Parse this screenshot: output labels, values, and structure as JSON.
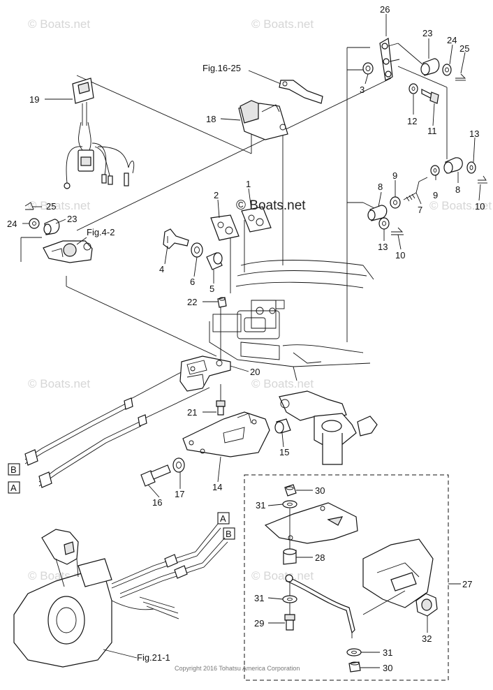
{
  "watermark": "© Boats.net",
  "watermark_center": "© Boats.net",
  "copyright": "Copyright 2016 Tohatsu America Corporation",
  "references": {
    "fig_16_25": "Fig.16-25",
    "fig_4_2": "Fig.4-2",
    "fig_21_1": "Fig.21-1"
  },
  "cable_labels": {
    "a": "A",
    "b": "B"
  },
  "callouts": [
    "1",
    "2",
    "3",
    "4",
    "5",
    "6",
    "7",
    "8",
    "9",
    "10",
    "11",
    "12",
    "13",
    "14",
    "15",
    "16",
    "17",
    "18",
    "19",
    "20",
    "21",
    "22",
    "23",
    "24",
    "25",
    "26",
    "27",
    "28",
    "29",
    "30",
    "31",
    "32"
  ],
  "callout_list": [
    {
      "id": "c26",
      "text": "26"
    },
    {
      "id": "c23a",
      "text": "23"
    },
    {
      "id": "c24a",
      "text": "24"
    },
    {
      "id": "c25a",
      "text": "25"
    },
    {
      "id": "c3",
      "text": "3"
    },
    {
      "id": "c12",
      "text": "12"
    },
    {
      "id": "c11",
      "text": "11"
    },
    {
      "id": "c13a",
      "text": "13"
    },
    {
      "id": "c8a",
      "text": "8"
    },
    {
      "id": "c10a",
      "text": "10"
    },
    {
      "id": "c9a",
      "text": "9"
    },
    {
      "id": "c9b",
      "text": "9"
    },
    {
      "id": "c8b",
      "text": "8"
    },
    {
      "id": "c7",
      "text": "7"
    },
    {
      "id": "c13b",
      "text": "13"
    },
    {
      "id": "c10b",
      "text": "10"
    },
    {
      "id": "c19",
      "text": "19"
    },
    {
      "id": "c18",
      "text": "18"
    },
    {
      "id": "c25b",
      "text": "25"
    },
    {
      "id": "c24b",
      "text": "24"
    },
    {
      "id": "c23b",
      "text": "23"
    },
    {
      "id": "c2",
      "text": "2"
    },
    {
      "id": "c1",
      "text": "1"
    },
    {
      "id": "c4",
      "text": "4"
    },
    {
      "id": "c6",
      "text": "6"
    },
    {
      "id": "c5",
      "text": "5"
    },
    {
      "id": "c22",
      "text": "22"
    },
    {
      "id": "c20",
      "text": "20"
    },
    {
      "id": "c21",
      "text": "21"
    },
    {
      "id": "c15",
      "text": "15"
    },
    {
      "id": "c16",
      "text": "16"
    },
    {
      "id": "c17",
      "text": "17"
    },
    {
      "id": "c14",
      "text": "14"
    },
    {
      "id": "c30a",
      "text": "30"
    },
    {
      "id": "c31a",
      "text": "31"
    },
    {
      "id": "c28",
      "text": "28"
    },
    {
      "id": "c27",
      "text": "27"
    },
    {
      "id": "c31b",
      "text": "31"
    },
    {
      "id": "c29",
      "text": "29"
    },
    {
      "id": "c32",
      "text": "32"
    },
    {
      "id": "c31c",
      "text": "31"
    },
    {
      "id": "c30b",
      "text": "30"
    }
  ]
}
